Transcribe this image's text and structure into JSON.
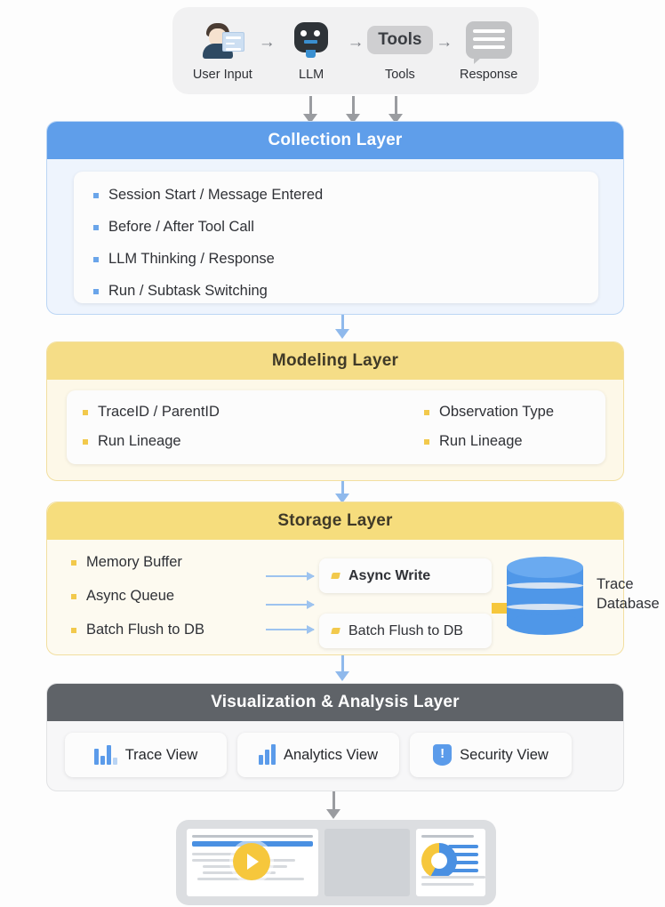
{
  "pipeline": {
    "nodes": [
      {
        "label": "User Input",
        "icon": "user-avatar-icon"
      },
      {
        "label": "LLM",
        "icon": "robot-icon"
      },
      {
        "label": "Tools",
        "icon": "tools-box-icon",
        "icon_text": "Tools"
      },
      {
        "label": "Response",
        "icon": "speech-bubble-icon"
      }
    ],
    "arrow": "→"
  },
  "collection_layer": {
    "title": "Collection Layer",
    "header_color": "#5f9eea",
    "items": [
      "Session Start / Message Entered",
      "Before / After Tool Call",
      "LLM Thinking / Response",
      "Run / Subtask Switching"
    ]
  },
  "modeling_layer": {
    "title": "Modeling Layer",
    "header_color": "#f5dd87",
    "col1": [
      "TraceID / ParentID",
      "Run Lineage"
    ],
    "col2": [
      "Observation Type",
      "Run Lineage"
    ]
  },
  "storage_layer": {
    "title": "Storage Layer",
    "header_color": "#f6dd7d",
    "items": [
      "Memory Buffer",
      "Async Queue",
      "Batch Flush to DB"
    ],
    "cards": [
      {
        "label": "Async Write",
        "bold": true
      },
      {
        "label": "Batch Flush to DB",
        "bold": false
      }
    ],
    "database_label_line1": "Trace",
    "database_label_line2": "Database",
    "database_color": "#4f97e8"
  },
  "visualization_layer": {
    "title": "Visualization & Analysis Layer",
    "header_color": "#5f6368",
    "cards": [
      {
        "label": "Trace View",
        "icon": "bar-chart-icon"
      },
      {
        "label": "Analytics View",
        "icon": "bar-chart-icon"
      },
      {
        "label": "Security View",
        "icon": "shield-alert-icon"
      }
    ]
  },
  "dashboard": {
    "name": "dashboard-mockup"
  }
}
